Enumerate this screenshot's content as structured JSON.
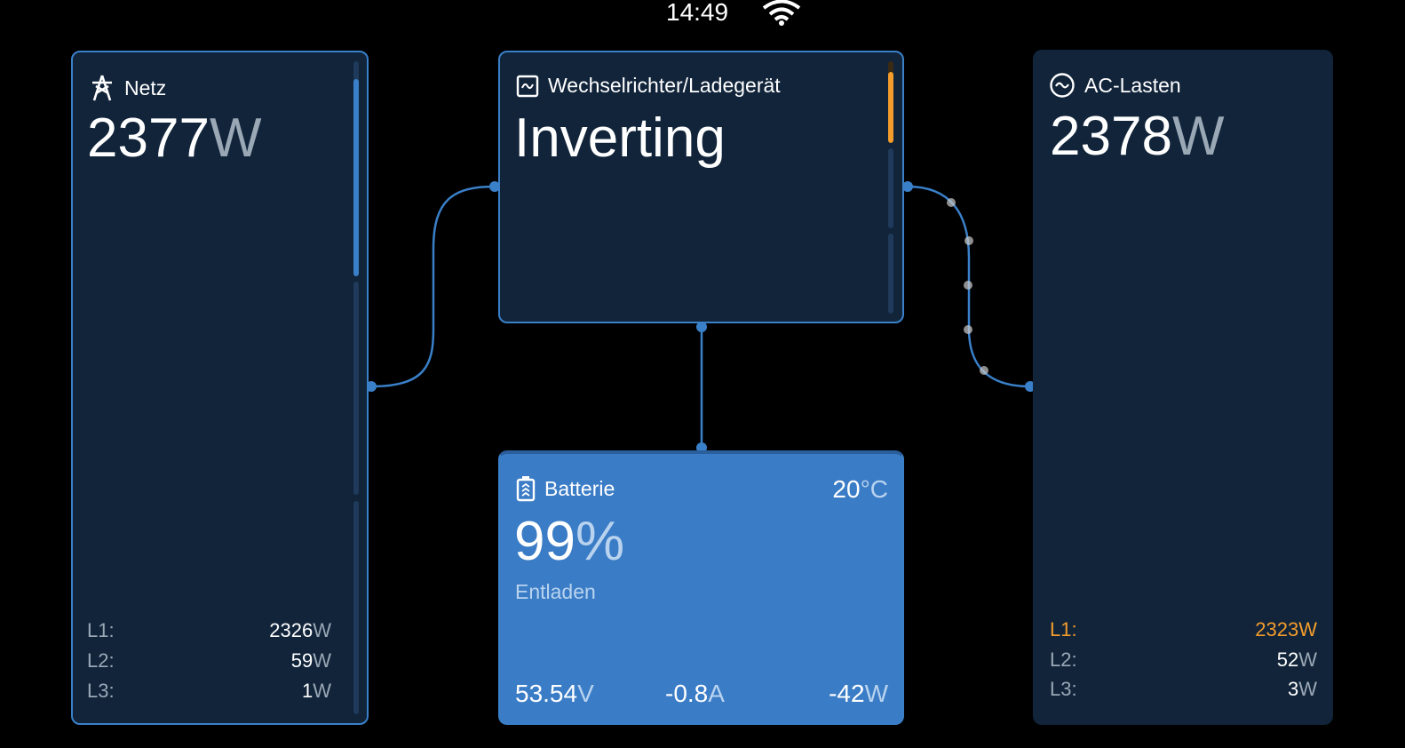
{
  "status_bar": {
    "time": "14:49",
    "wifi_icon": "wifi-icon"
  },
  "grid": {
    "title": "Netz",
    "icon": "power-pylon-icon",
    "power": "2377",
    "unit": "W",
    "gauge_fraction": 0.28,
    "phases": [
      {
        "label": "L1:",
        "value": "2326",
        "unit": "W"
      },
      {
        "label": "L2:",
        "value": "59",
        "unit": "W"
      },
      {
        "label": "L3:",
        "value": "1",
        "unit": "W"
      }
    ]
  },
  "inverter": {
    "title": "Wechselrichter/Ladegerät",
    "icon": "inverter-icon",
    "state": "Inverting",
    "gauge_fraction": 0.28
  },
  "battery": {
    "title": "Batterie",
    "icon": "battery-icon",
    "temperature": "20",
    "temp_unit": "°C",
    "soc": "99",
    "soc_unit": "%",
    "state": "Entladen",
    "voltage": "53.54",
    "voltage_unit": "V",
    "current": "-0.8",
    "current_unit": "A",
    "power": "-42",
    "power_unit": "W"
  },
  "ac_loads": {
    "title": "AC-Lasten",
    "icon": "ac-sine-icon",
    "power": "2378",
    "unit": "W",
    "phases": [
      {
        "label": "L1:",
        "value": "2323",
        "unit": "W",
        "highlight": true
      },
      {
        "label": "L2:",
        "value": "52",
        "unit": "W"
      },
      {
        "label": "L3:",
        "value": "3",
        "unit": "W"
      }
    ]
  },
  "colors": {
    "accent": "#3a80c9",
    "panel": "#11243a",
    "battery": "#3a7cc6",
    "warning": "#f39c2b"
  }
}
